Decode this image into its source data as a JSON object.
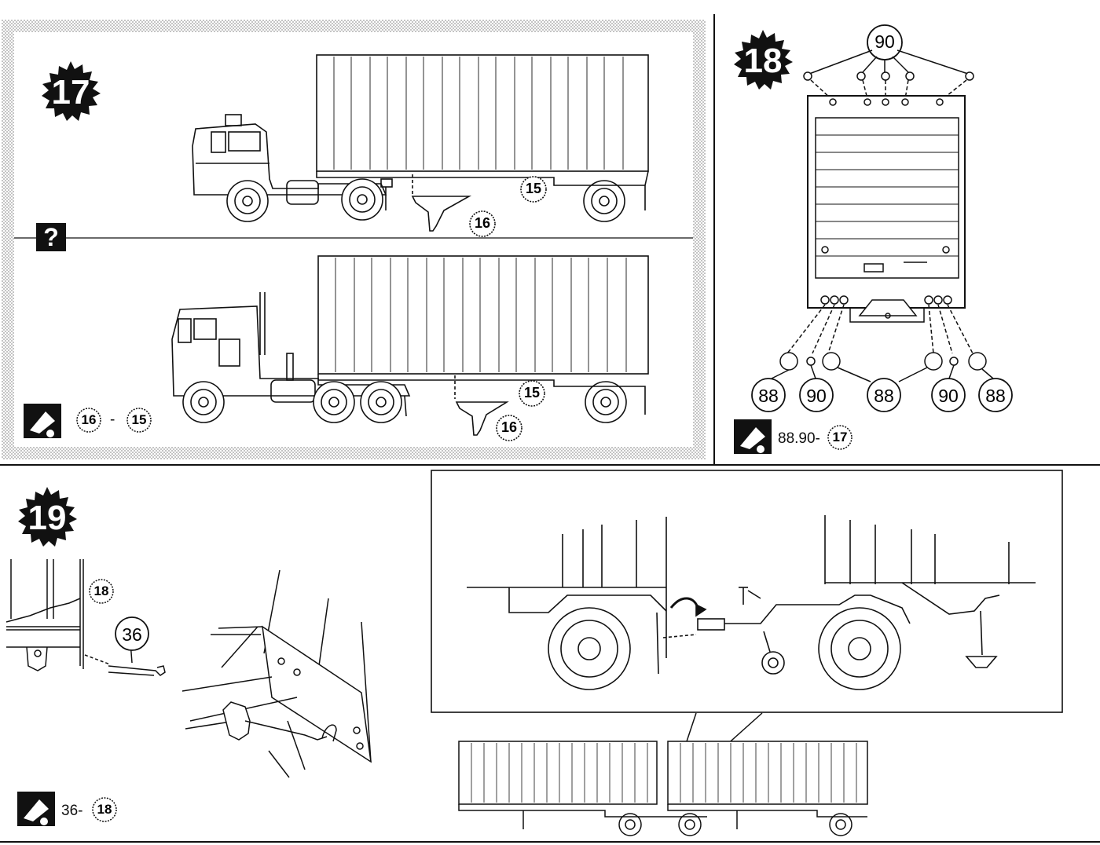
{
  "steps": {
    "s17": {
      "number": "17",
      "question_mark": "?",
      "parts_ref": {
        "left": "16",
        "sep": "-",
        "right": "15"
      },
      "top_callouts": {
        "trailer": "15",
        "stand": "16"
      },
      "bottom_callouts": {
        "trailer": "15",
        "stand": "16"
      }
    },
    "s18": {
      "number": "18",
      "top_part": "90",
      "bottom_parts": [
        "88",
        "90",
        "88",
        "90",
        "88"
      ],
      "parts_ref": {
        "text": "88.90-",
        "step": "17"
      }
    },
    "s19": {
      "number": "19",
      "detail_step": "18",
      "detail_part": "36",
      "parts_ref": {
        "text": "36-",
        "step": "18"
      }
    }
  },
  "icons": {
    "glue": "glue-tube-icon",
    "badge": "starburst-step-badge"
  },
  "colors": {
    "ink": "#111111",
    "paper": "#ffffff",
    "shade": "#d9d9d9"
  }
}
